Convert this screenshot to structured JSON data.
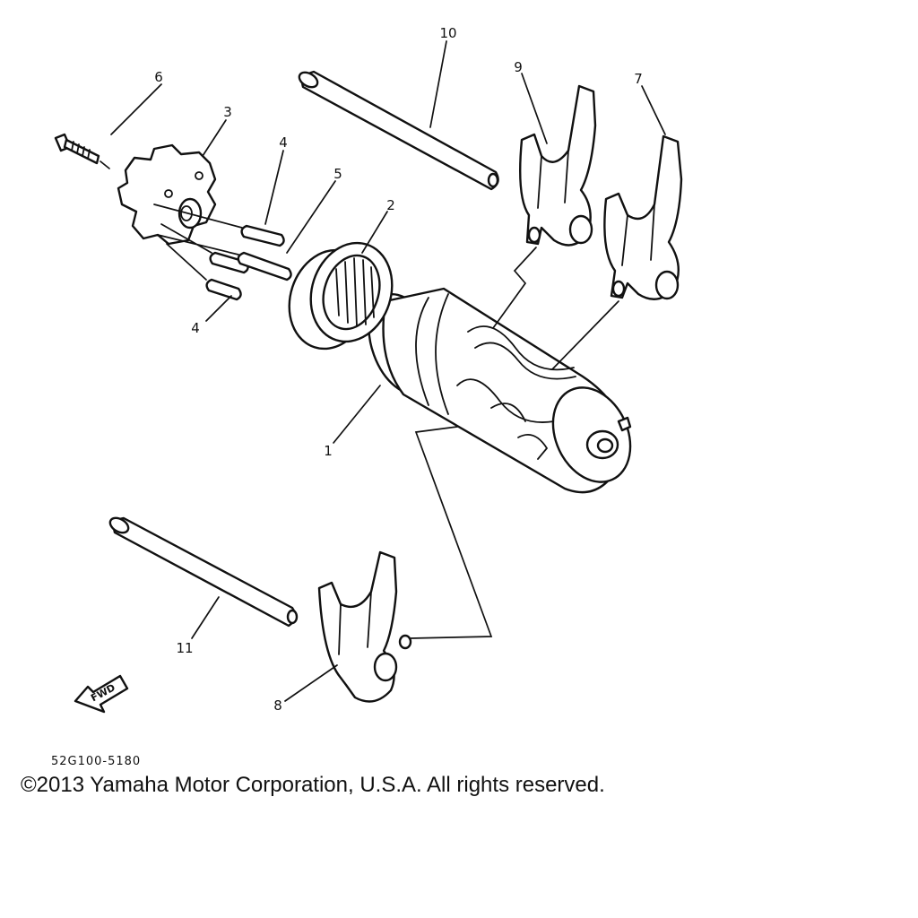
{
  "callouts": {
    "c1": "1",
    "c2": "2",
    "c3": "3",
    "c4a": "4",
    "c4b": "4",
    "c5": "5",
    "c6": "6",
    "c7": "7",
    "c8": "8",
    "c9": "9",
    "c10": "10",
    "c11": "11"
  },
  "direction_badge": "FWD",
  "drawing_code": "52G100-5180",
  "copyright": "©2013 Yamaha Motor Corporation, U.S.A. All rights reserved."
}
